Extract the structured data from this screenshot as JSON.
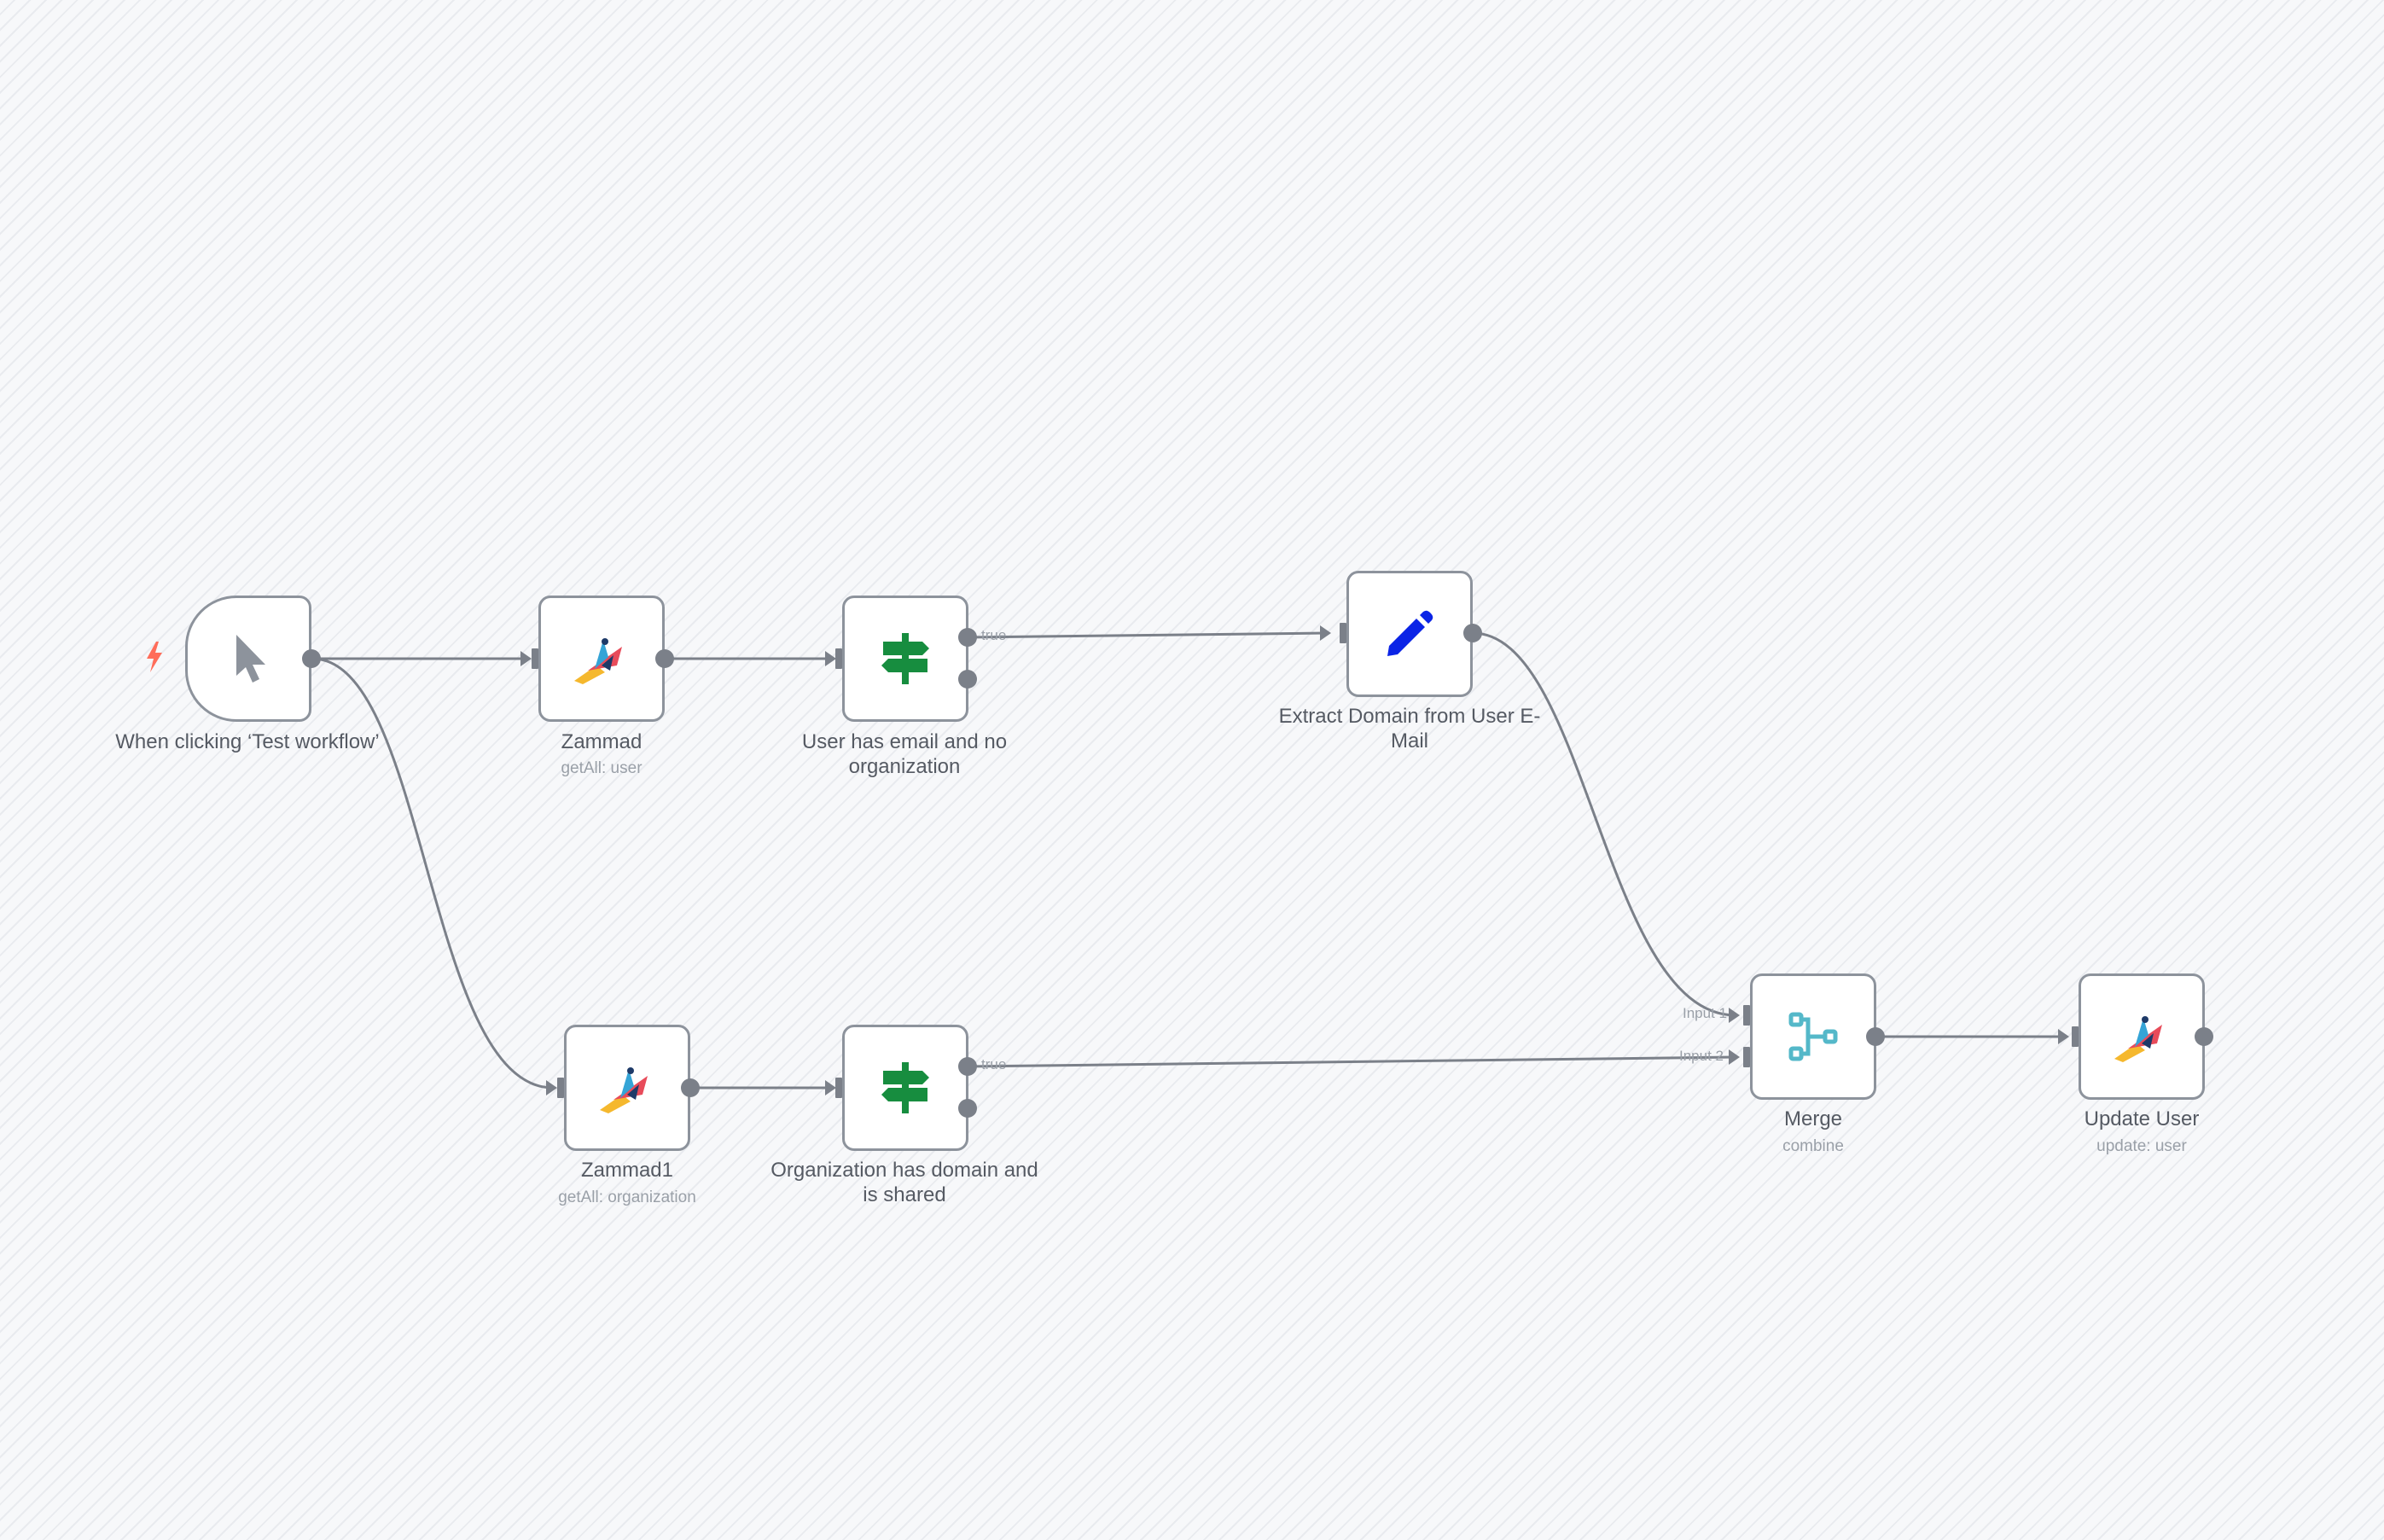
{
  "workflow": {
    "nodes": {
      "trigger": {
        "label": "When clicking ‘Test workflow’",
        "icon": "cursor-pointer-icon"
      },
      "zammad": {
        "label": "Zammad",
        "subtitle": "getAll: user",
        "icon": "zammad-icon"
      },
      "if_user": {
        "label": "User has email and no organization",
        "icon": "signpost-icon"
      },
      "extract": {
        "label": "Extract Domain from User E-Mail",
        "icon": "pencil-icon"
      },
      "zammad1": {
        "label": "Zammad1",
        "subtitle": "getAll: organization",
        "icon": "zammad-icon"
      },
      "if_org": {
        "label": "Organization has domain and is shared",
        "icon": "signpost-icon"
      },
      "merge": {
        "label": "Merge",
        "subtitle": "combine",
        "icon": "merge-icon"
      },
      "update": {
        "label": "Update User",
        "subtitle": "update: user",
        "icon": "zammad-icon"
      }
    },
    "edge_labels": {
      "true_top": "true",
      "true_bottom": "true",
      "input1": "Input 1",
      "input2": "Input 2"
    },
    "colors": {
      "wire": "#7b8089",
      "node_border": "#8d939c",
      "trigger_bolt": "#ff6d5a",
      "if_green": "#178d3f",
      "pencil_blue": "#0b24e6",
      "merge_teal": "#54b8c9"
    }
  }
}
